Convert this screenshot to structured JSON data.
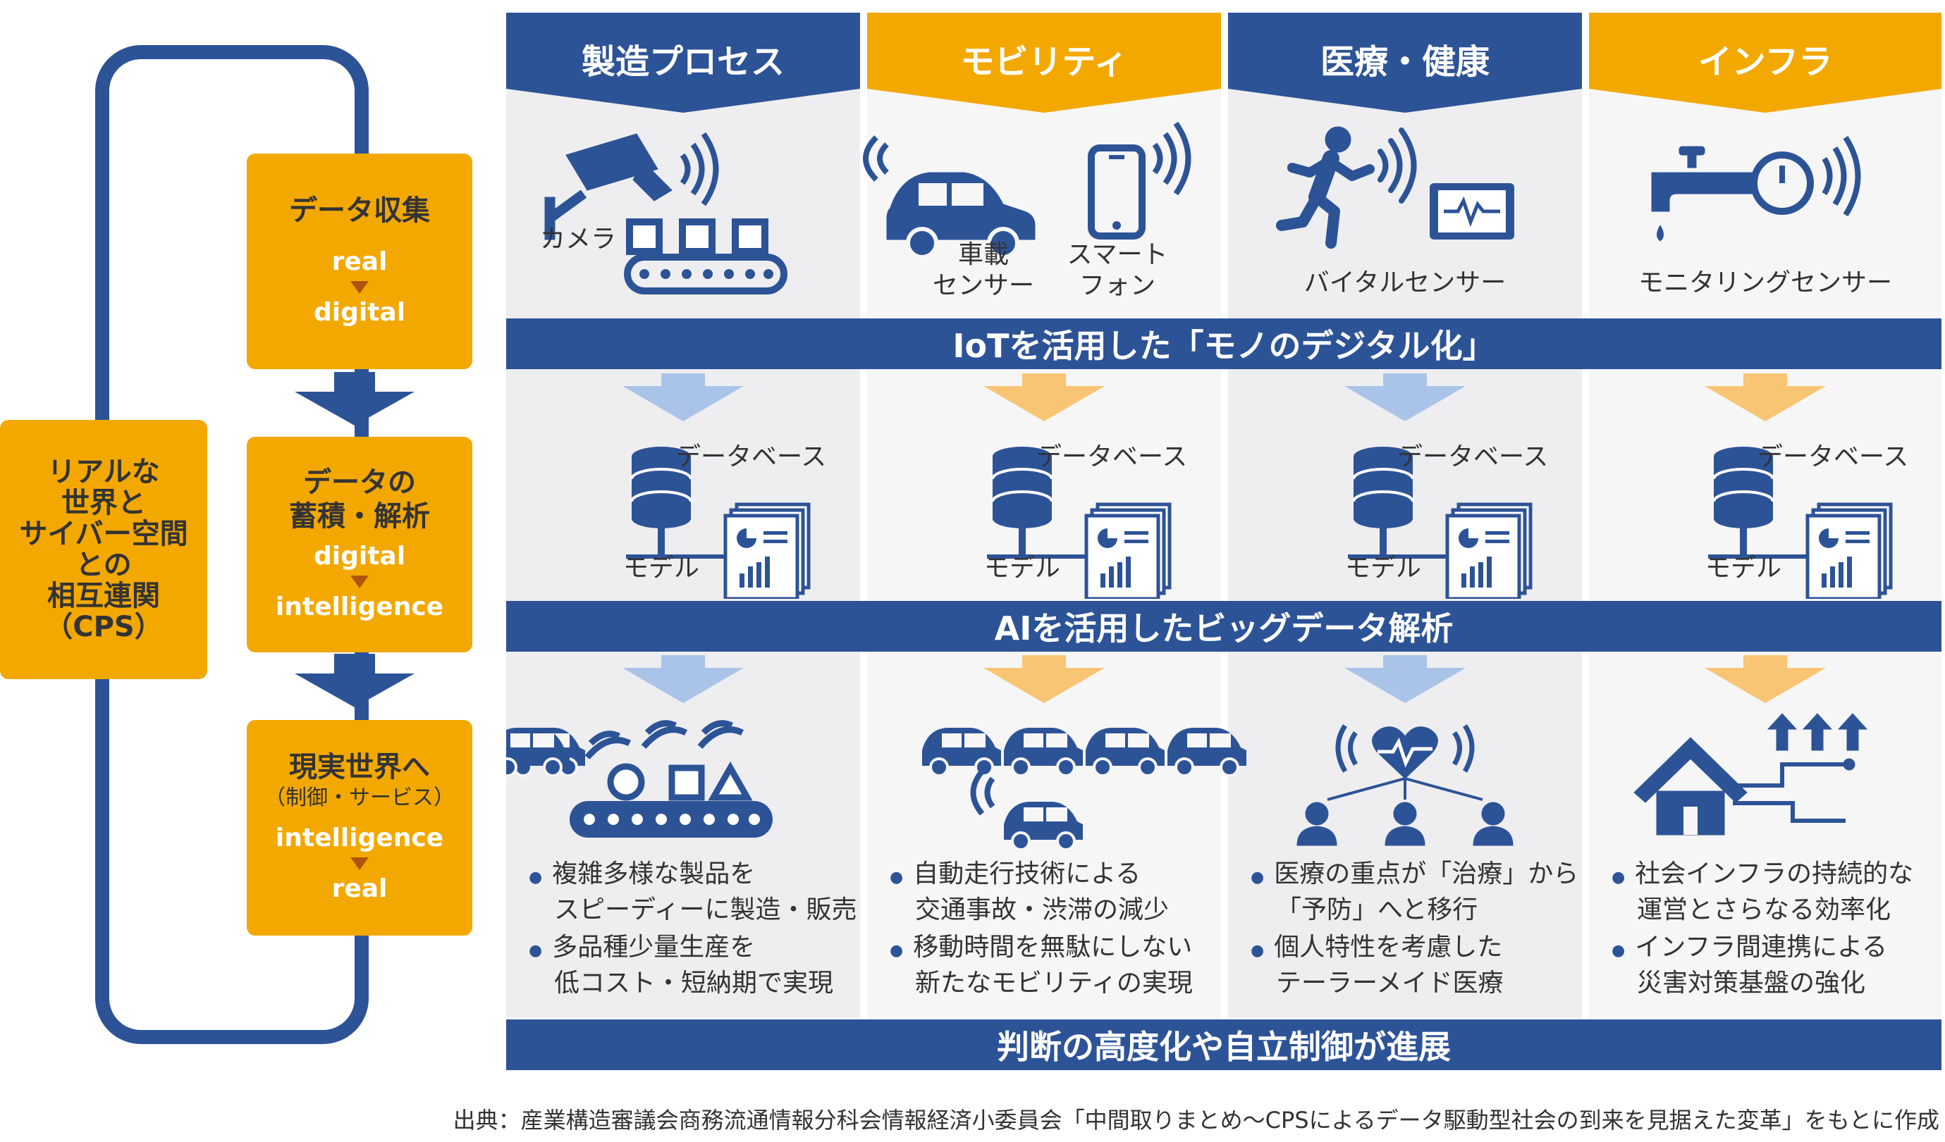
{
  "left": {
    "cps_label": [
      "リアルな",
      "世界と",
      "サイバー空間",
      "との",
      "相互連関",
      "（CPS）"
    ],
    "stages": [
      {
        "title": [
          "データ収集"
        ],
        "sub": "",
        "from": "real",
        "to": "digital"
      },
      {
        "title": [
          "データの",
          "蓄積・解析"
        ],
        "sub": "",
        "from": "digital",
        "to": "intelligence"
      },
      {
        "title": [
          "現実世界へ"
        ],
        "sub": "（制御・サービス）",
        "from": "intelligence",
        "to": "real"
      }
    ]
  },
  "columns": [
    {
      "header": "製造プロセス",
      "theme": "blue",
      "sensor_labels": [
        "カメラ"
      ],
      "db_label": "データベース",
      "model_label": "モデル",
      "bullets": [
        [
          "複雑多様な製品を",
          "スピーディーに製造・販売"
        ],
        [
          "多品種少量生産を",
          "低コスト・短納期で実現"
        ]
      ]
    },
    {
      "header": "モビリティ",
      "theme": "orange",
      "sensor_labels": [
        "車載\nセンサー",
        "スマート\nフォン"
      ],
      "db_label": "データベース",
      "model_label": "モデル",
      "bullets": [
        [
          "自動走行技術による",
          "交通事故・渋滞の減少"
        ],
        [
          "移動時間を無駄にしない",
          "新たなモビリティの実現"
        ]
      ]
    },
    {
      "header": "医療・健康",
      "theme": "blue",
      "sensor_labels": [
        "バイタルセンサー"
      ],
      "db_label": "データベース",
      "model_label": "モデル",
      "bullets": [
        [
          "医療の重点が「治療」から",
          "「予防」へと移行"
        ],
        [
          "個人特性を考慮した",
          "テーラーメイド医療"
        ]
      ]
    },
    {
      "header": "インフラ",
      "theme": "orange",
      "sensor_labels": [
        "モニタリングセンサー"
      ],
      "db_label": "データベース",
      "model_label": "モデル",
      "bullets": [
        [
          "社会インフラの持続的な",
          "運営とさらなる効率化"
        ],
        [
          "インフラ間連携による",
          "災害対策基盤の強化"
        ]
      ]
    }
  ],
  "bands": {
    "iot": "IoTを活用した「モノのデジタル化」",
    "ai": "AIを活用したビッグデータ解析",
    "result": "判断の高度化や自立制御が進展"
  },
  "source": "出典：産業構造審議会商務流通情報分科会情報経済小委員会「中間取りまとめ〜CPSによるデータ駆動型社会の到来を見据えた変革」をもとに作成",
  "colors": {
    "blue": "#2D5397",
    "orange": "#F3A800",
    "light_blue_arrow": "#A9C4E8",
    "light_orange_arrow": "#F8C574",
    "panel_bg": "#EEEEF0",
    "icon": "#2D5397"
  }
}
